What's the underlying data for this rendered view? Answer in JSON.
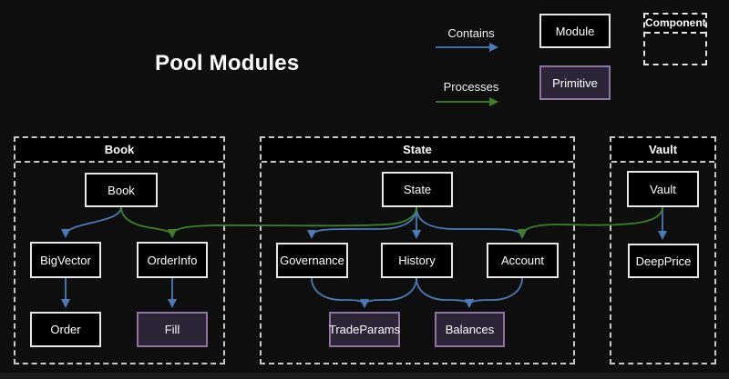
{
  "title": "Pool Modules",
  "legend": {
    "contains": {
      "label": "Contains",
      "color": "#4d79b5"
    },
    "processes": {
      "label": "Processes",
      "color": "#41802b"
    },
    "module": {
      "label": "Module"
    },
    "primitive": {
      "label": "Primitive"
    },
    "component": {
      "label": "Component"
    }
  },
  "colors": {
    "background": "#0e0e0e",
    "module_fill": "#000000",
    "module_border": "#e8e8e8",
    "primitive_fill": "#2e2438",
    "primitive_border": "#8f73a0",
    "container_border": "#c9c9c9",
    "contains_edge": "#4d79b5",
    "processes_edge": "#41802b",
    "text": "#ffffff"
  },
  "containers": [
    {
      "label": "Book",
      "nodes": [
        {
          "label": "Book",
          "kind": "module"
        },
        {
          "label": "BigVector",
          "kind": "module"
        },
        {
          "label": "OrderInfo",
          "kind": "module"
        },
        {
          "label": "Order",
          "kind": "module"
        },
        {
          "label": "Fill",
          "kind": "primitive"
        }
      ]
    },
    {
      "label": "State",
      "nodes": [
        {
          "label": "State",
          "kind": "module"
        },
        {
          "label": "Governance",
          "kind": "module"
        },
        {
          "label": "History",
          "kind": "module"
        },
        {
          "label": "Account",
          "kind": "module"
        },
        {
          "label": "TradeParams",
          "kind": "primitive"
        },
        {
          "label": "Balances",
          "kind": "primitive"
        }
      ]
    },
    {
      "label": "Vault",
      "nodes": [
        {
          "label": "Vault",
          "kind": "module"
        },
        {
          "label": "DeepPrice",
          "kind": "module"
        }
      ]
    }
  ],
  "edges": [
    {
      "from": "Book",
      "to": "BigVector",
      "type": "contains"
    },
    {
      "from": "Book",
      "to": "OrderInfo",
      "type": "processes"
    },
    {
      "from": "BigVector",
      "to": "Order",
      "type": "contains"
    },
    {
      "from": "OrderInfo",
      "to": "Fill",
      "type": "contains"
    },
    {
      "from": "State",
      "to": "Governance",
      "type": "contains"
    },
    {
      "from": "State",
      "to": "History",
      "type": "contains"
    },
    {
      "from": "State",
      "to": "Account",
      "type": "contains"
    },
    {
      "from": "State",
      "to": "OrderInfo",
      "type": "processes"
    },
    {
      "from": "Governance",
      "to": "TradeParams",
      "type": "contains"
    },
    {
      "from": "History",
      "to": "TradeParams",
      "type": "contains"
    },
    {
      "from": "History",
      "to": "Balances",
      "type": "contains"
    },
    {
      "from": "Account",
      "to": "Balances",
      "type": "contains"
    },
    {
      "from": "Vault",
      "to": "DeepPrice",
      "type": "contains"
    },
    {
      "from": "Vault",
      "to": "Account",
      "type": "processes"
    }
  ]
}
